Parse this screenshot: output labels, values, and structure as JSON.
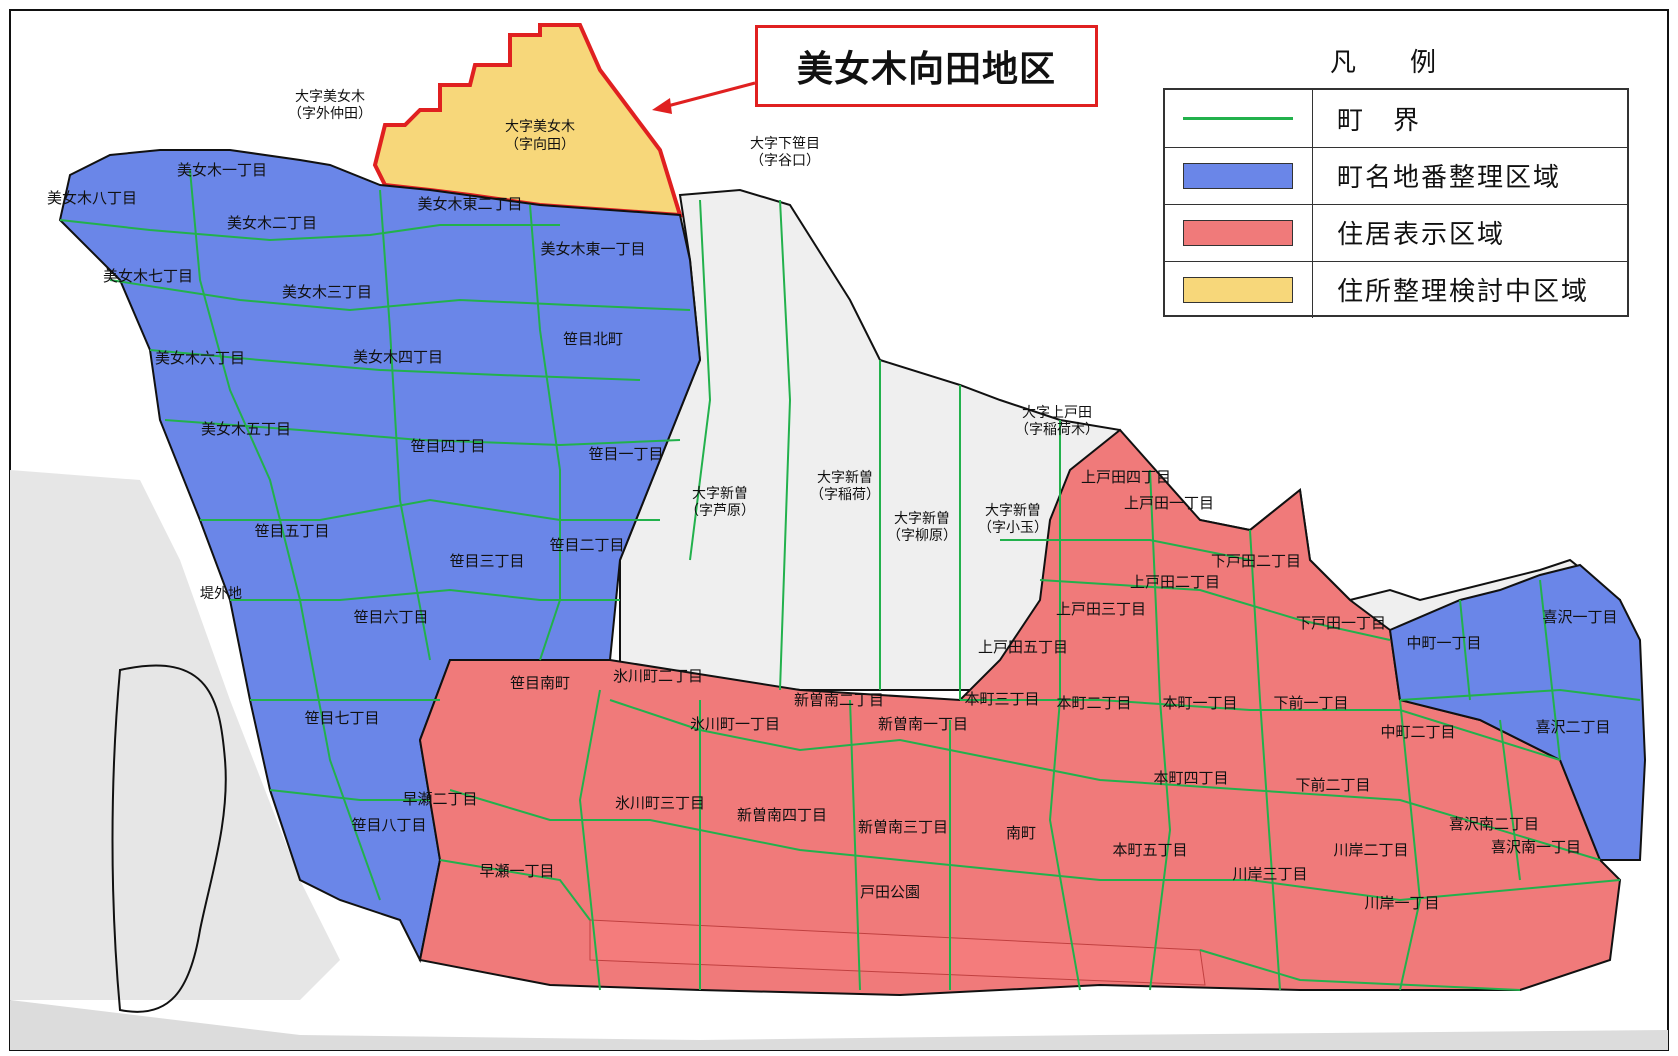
{
  "callout": {
    "label": "美女木向田地区"
  },
  "legend": {
    "title": "凡　例",
    "items": [
      {
        "label": "町　界",
        "swatch": "line",
        "color": "#22b14c"
      },
      {
        "label": "町名地番整理区域",
        "swatch": "fill",
        "color": "#6a86e8"
      },
      {
        "label": "住居表示区域",
        "swatch": "fill",
        "color": "#f07a7a"
      },
      {
        "label": "住所整理検討中区域",
        "swatch": "fill",
        "color": "#f7d77a"
      }
    ]
  },
  "colors": {
    "blue": "#6a86e8",
    "red": "#f07a7a",
    "yellow": "#f7d77a",
    "white": "#f4f4f4",
    "boundary": "#22b14c",
    "outline": "#111111",
    "callout": "#e02020"
  },
  "areas": {
    "blue": [
      "美女木一丁目",
      "美女木八丁目",
      "美女木二丁目",
      "美女木東二丁目",
      "美女木七丁目",
      "美女木東一丁目",
      "美女木三丁目",
      "笹目北町",
      "美女木六丁目",
      "美女木四丁目",
      "美女木五丁目",
      "笹目四丁目",
      "笹目一丁目",
      "笹目五丁目",
      "笹目二丁目",
      "笹目三丁目",
      "笹目六丁目",
      "笹目七丁目",
      "笹目八丁目",
      "中町一丁目",
      "喜沢一丁目",
      "喜沢二丁目"
    ],
    "red": [
      "上戸田四丁目",
      "上戸田一丁目",
      "下戸田二丁目",
      "上戸田二丁目",
      "上戸田三丁目",
      "下戸田一丁目",
      "上戸田五丁目",
      "笹目南町",
      "氷川町二丁目",
      "新曽南二丁目",
      "本町三丁目",
      "本町二丁目",
      "本町一丁目",
      "下前一丁目",
      "中町二丁目",
      "氷川町一丁目",
      "新曽南一丁目",
      "本町四丁目",
      "下前二丁目",
      "早瀬二丁目",
      "氷川町三丁目",
      "新曽南四丁目",
      "新曽南三丁目",
      "南町",
      "喜沢南二丁目",
      "川岸二丁目",
      "本町五丁目",
      "喜沢南一丁目",
      "早瀬一丁目",
      "川岸三丁目",
      "戸田公園",
      "川岸一丁目"
    ],
    "yellow": [
      "大字美女木",
      "（字向田）"
    ],
    "white": [
      "大字美女木",
      "（字外仲田）",
      "大字下笹目",
      "（字谷口）",
      "大字上戸田",
      "（字稲荷木）",
      "大字新曽",
      "（字稲荷）",
      "大字新曽",
      "（字芦原）",
      "大字新曽",
      "（字柳原）",
      "大字新曽",
      "（字小玉）",
      "堤外地"
    ]
  }
}
